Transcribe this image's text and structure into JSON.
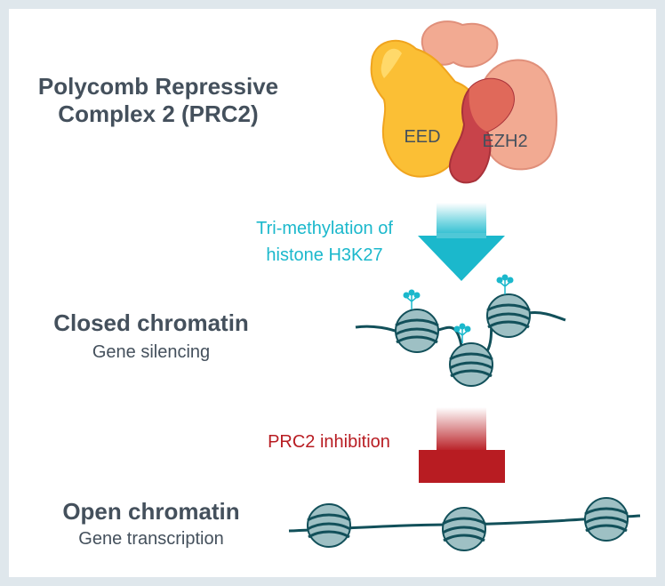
{
  "prc2": {
    "title_line1": "Polycomb Repressive",
    "title_line2": "Complex 2 (PRC2)",
    "eed_label": "EED",
    "ezh2_label": "EZH2"
  },
  "methylation": {
    "line1": "Tri-methylation of",
    "line2": "histone H3K27"
  },
  "closed": {
    "title": "Closed chromatin",
    "subtitle": "Gene silencing"
  },
  "inhibition": {
    "label": "PRC2 inhibition"
  },
  "open": {
    "title": "Open chromatin",
    "subtitle": "Gene transcription"
  },
  "colors": {
    "background": "#dfe7ec",
    "heading": "#44505c",
    "cyan": "#1bb8cc",
    "red": "#b81c22",
    "nucleosome": "#9ec0c4",
    "dna": "#12505a",
    "eed": "#fbbf35",
    "ezh2": "#f2aa92"
  }
}
